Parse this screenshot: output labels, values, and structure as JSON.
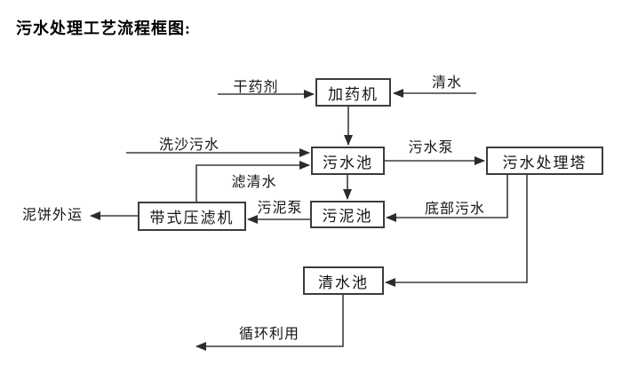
{
  "title": "污水处理工艺流程框图:",
  "diagram": {
    "nodes": {
      "dosing_machine": "加药机",
      "sewage_pool": "污水池",
      "treatment_tower": "污水处理塔",
      "sludge_pool": "污泥池",
      "belt_filter_press": "带式压滤机",
      "clean_water_pool": "清水池"
    },
    "labels": {
      "dry_chemical": "干药剂",
      "clean_water": "清水",
      "sand_washing_sewage": "洗沙污水",
      "sewage_pump": "污水泵",
      "filtered_water": "滤清水",
      "sludge_pump": "污泥泵",
      "bottom_sewage": "底部污水",
      "mud_cake_outbound": "泥饼外运",
      "recycling": "循环利用"
    },
    "line_color": "#3c3c3c",
    "arrow_color": "#2b2b2b"
  }
}
